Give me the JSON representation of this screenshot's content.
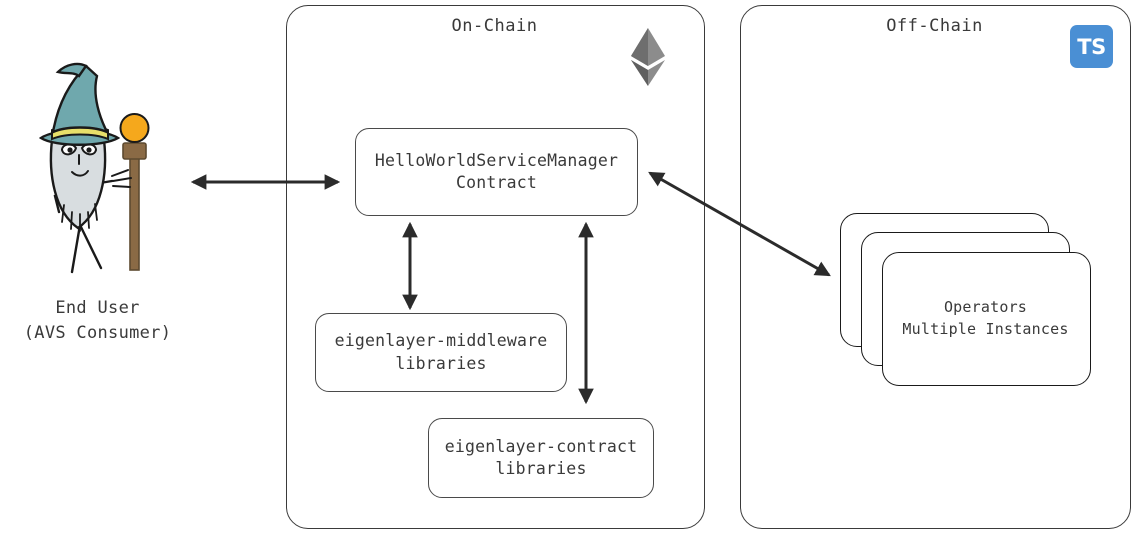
{
  "diagram": {
    "title_onchain": "On-Chain",
    "title_offchain": "Off-Chain",
    "actor": {
      "icon": "wizard-avatar",
      "label_line1": "End User",
      "label_line2": "(AVS Consumer)"
    },
    "onchain": {
      "logo": "ethereum-icon",
      "nodes": [
        {
          "id": "service-manager",
          "line1": "HelloWorldServiceManager",
          "line2": "Contract"
        },
        {
          "id": "middleware-libs",
          "line1": "eigenlayer-middleware",
          "line2": "libraries"
        },
        {
          "id": "contract-libs",
          "line1": "eigenlayer-contract",
          "line2": "libraries"
        }
      ]
    },
    "offchain": {
      "logo": "typescript-icon",
      "logo_text": "TS",
      "operators": {
        "line1": "Operators",
        "line2": "Multiple Instances",
        "instances": 3
      }
    },
    "connections": [
      {
        "id": "user-to-contract",
        "type": "bidirectional"
      },
      {
        "id": "contract-to-middleware",
        "type": "bidirectional"
      },
      {
        "id": "contract-to-contract-libs",
        "type": "bidirectional"
      },
      {
        "id": "contract-to-operators",
        "type": "bidirectional"
      }
    ],
    "colors": {
      "stroke": "#3a3a3a",
      "text": "#3a3a3a",
      "typescript_blue": "#4a8fd4",
      "hat_teal": "#6fa8ad",
      "hat_band": "#e8e06a",
      "beard_gray": "#d8dde0",
      "staff_brown": "#8a6a45",
      "orb_orange": "#f5a81c"
    }
  }
}
